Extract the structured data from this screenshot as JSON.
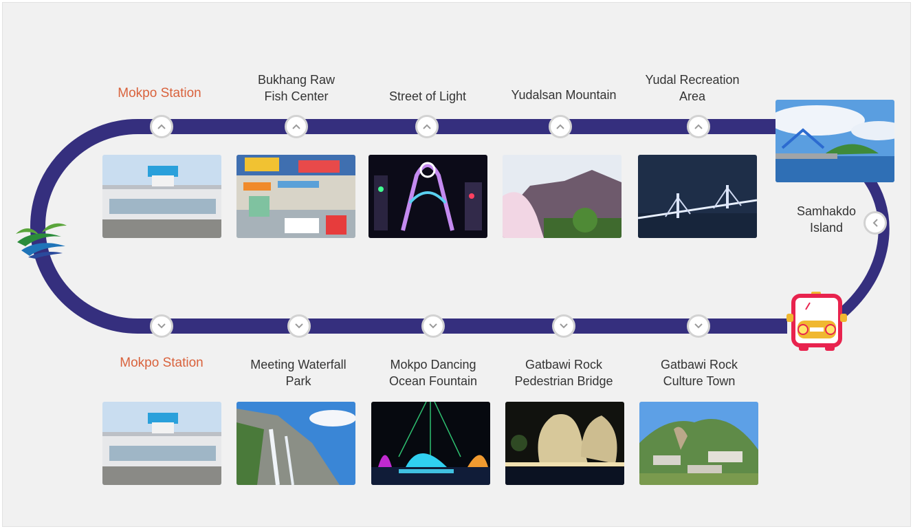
{
  "colors": {
    "route": "#352f7e",
    "accent": "#d9623c",
    "stop_border": "#d2d2d2",
    "bus": "#e8234e"
  },
  "top_row": [
    {
      "label": "Mokpo Station",
      "highlight": true,
      "icon": "chevron-up-icon"
    },
    {
      "label": "Bukhang Raw\nFish Center",
      "highlight": false,
      "icon": "chevron-up-icon"
    },
    {
      "label": "Street of Light",
      "highlight": false,
      "icon": "chevron-up-icon"
    },
    {
      "label": "Yudalsan Mountain",
      "highlight": false,
      "icon": "chevron-up-icon"
    },
    {
      "label": "Yudal Recreation\nArea",
      "highlight": false,
      "icon": "chevron-up-icon"
    }
  ],
  "right_stop": {
    "label": "Samhakdo\nIsland",
    "icon": "chevron-left-icon"
  },
  "bottom_row": [
    {
      "label": "Mokpo Station",
      "highlight": true,
      "icon": "chevron-down-icon"
    },
    {
      "label": "Meeting Waterfall\nPark",
      "highlight": false,
      "icon": "chevron-down-icon"
    },
    {
      "label": "Mokpo Dancing\nOcean Fountain",
      "highlight": false,
      "icon": "chevron-down-icon"
    },
    {
      "label": "Gatbawi Rock\nPedestrian Bridge",
      "highlight": false,
      "icon": "chevron-down-icon"
    },
    {
      "label": "Gatbawi Rock\nCulture Town",
      "highlight": false,
      "icon": "chevron-down-icon"
    }
  ],
  "icons": {
    "logo": "mokpo-city-logo",
    "bus": "tour-bus-icon"
  }
}
